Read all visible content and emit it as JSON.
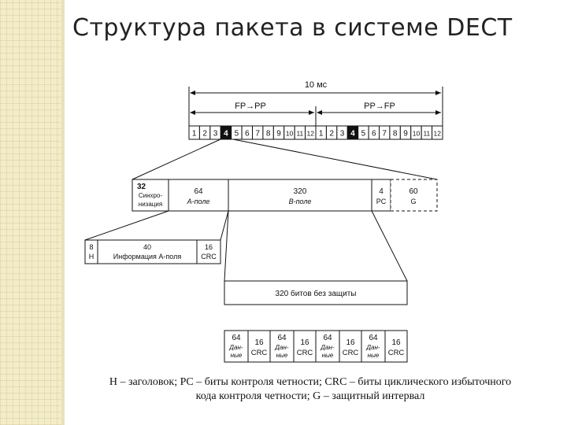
{
  "title": "Структура пакета в системе DECT",
  "diagram": {
    "frame_duration": "10 мс",
    "direction_fp_pp": "FP→PP",
    "direction_pp_fp": "PP→FP",
    "slots_first_half": [
      "1",
      "2",
      "3",
      "4",
      "5",
      "6",
      "7",
      "8",
      "9",
      "10",
      "11",
      "12"
    ],
    "slots_second_half": [
      "1",
      "2",
      "3",
      "4",
      "5",
      "6",
      "7",
      "8",
      "9",
      "10",
      "11",
      "12"
    ],
    "highlighted_slot": "4",
    "packet": {
      "sync": {
        "bits": "32",
        "label_line1": "Синхро-",
        "label_line2": "низация"
      },
      "a_field": {
        "bits": "64",
        "label": "A-поле"
      },
      "b_field": {
        "bits": "320",
        "label": "B-поле"
      },
      "pc": {
        "bits": "4",
        "label": "PC"
      },
      "guard": {
        "bits": "60",
        "label": "G"
      }
    },
    "a_field_detail": {
      "header": {
        "bits": "8",
        "label": "H"
      },
      "info": {
        "bits": "40",
        "label": "Информация A-поля"
      },
      "crc": {
        "bits": "16",
        "label": "CRC"
      }
    },
    "b_field_detail": {
      "header": "320 битов без защиты",
      "groups": [
        {
          "data_bits": "64",
          "data_line1": "Дан-",
          "data_line2": "ные",
          "crc_bits": "16",
          "crc_label": "CRC"
        },
        {
          "data_bits": "64",
          "data_line1": "Дан-",
          "data_line2": "ные",
          "crc_bits": "16",
          "crc_label": "CRC"
        },
        {
          "data_bits": "64",
          "data_line1": "Дан-",
          "data_line2": "ные",
          "crc_bits": "16",
          "crc_label": "CRC"
        },
        {
          "data_bits": "64",
          "data_line1": "Дан-",
          "data_line2": "ные",
          "crc_bits": "16",
          "crc_label": "CRC"
        }
      ]
    },
    "caption_line1": "H – заголовок; PC – биты контроля четности; CRC – биты циклического избыточного",
    "caption_line2": "кода контроля четности; G – защитный интервал"
  }
}
